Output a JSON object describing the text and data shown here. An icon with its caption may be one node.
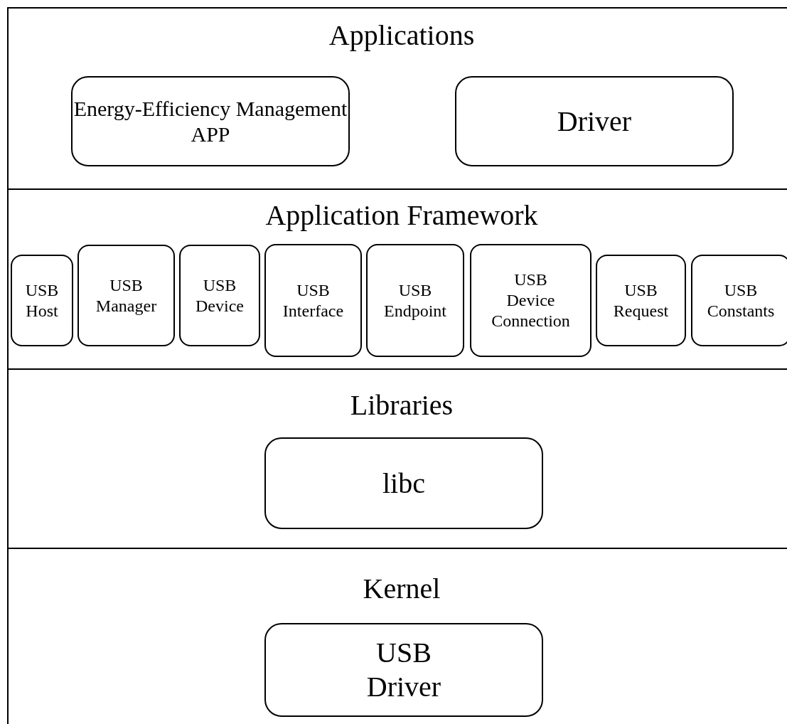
{
  "diagram": {
    "nodes": [
      {
        "text": [
          "Applications"
        ]
      },
      {
        "text": [
          "Energy-Efficiency Management APP"
        ],
        "in": 0
      },
      {
        "text": [
          "Driver"
        ],
        "in": 0
      },
      {
        "text": [
          "Application Framework"
        ]
      },
      {
        "text": [
          "USB Host"
        ],
        "in": 3
      },
      {
        "text": [
          "USB Manager"
        ],
        "in": 3
      },
      {
        "text": [
          "USB Device"
        ],
        "in": 3
      },
      {
        "text": [
          "USB Interface"
        ],
        "in": 3
      },
      {
        "text": [
          "USB Endpoint"
        ],
        "in": 3
      },
      {
        "text": [
          "USB Device Connection"
        ],
        "in": 3
      },
      {
        "text": [
          "USB Request"
        ],
        "in": 3
      },
      {
        "text": [
          "USB Constants"
        ],
        "in": 3
      },
      {
        "text": [
          "Libraries"
        ]
      },
      {
        "text": [
          "libc"
        ],
        "in": 12
      },
      {
        "text": [
          "Kernel"
        ]
      },
      {
        "text": [
          "USB Driver"
        ],
        "in": 14
      }
    ],
    "edges": []
  }
}
